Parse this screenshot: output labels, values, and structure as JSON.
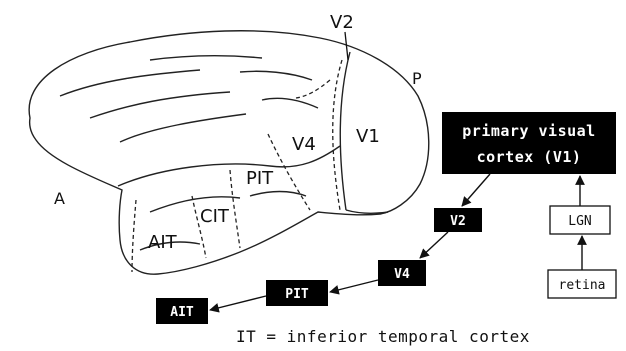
{
  "regions": {
    "v2_top": "V2",
    "v1": "V1",
    "v4": "V4",
    "pit": "PIT",
    "cit": "CIT",
    "ait": "AIT"
  },
  "directions": {
    "anterior": "A",
    "posterior": "P"
  },
  "boxes": {
    "primary_line1": "primary visual",
    "primary_line2": "cortex (V1)",
    "v2": "V2",
    "v4": "V4",
    "pit": "PIT",
    "ait": "AIT",
    "lgn": "LGN",
    "retina": "retina"
  },
  "caption": "IT = inferior temporal cortex",
  "colors": {
    "ink": "#111111",
    "box_fill": "#000000",
    "box_text": "#ffffff",
    "background": "#ffffff"
  }
}
